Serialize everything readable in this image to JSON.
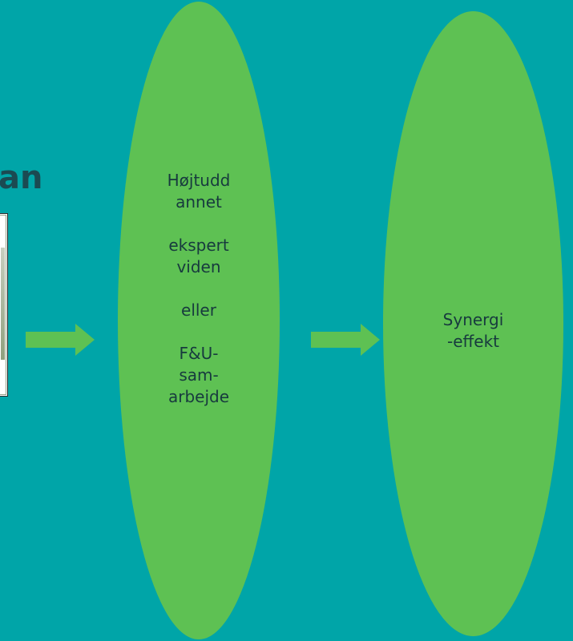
{
  "heading_fragment": "an",
  "ellipse_left": {
    "line_1": "Højtudd",
    "line_2": "annet",
    "line_3": "ekspert",
    "line_4": "viden",
    "line_5": "eller",
    "line_6": "F&U-",
    "line_7": "sam-",
    "line_8": "arbejde"
  },
  "ellipse_right": {
    "line_1": "Synergi",
    "line_2": "-effekt"
  },
  "colors": {
    "background": "#00a5a8",
    "ellipse_fill": "#5ec153",
    "arrow_fill": "#5ec153",
    "heading_text": "#1b4a52",
    "body_text": "#173a3e"
  }
}
